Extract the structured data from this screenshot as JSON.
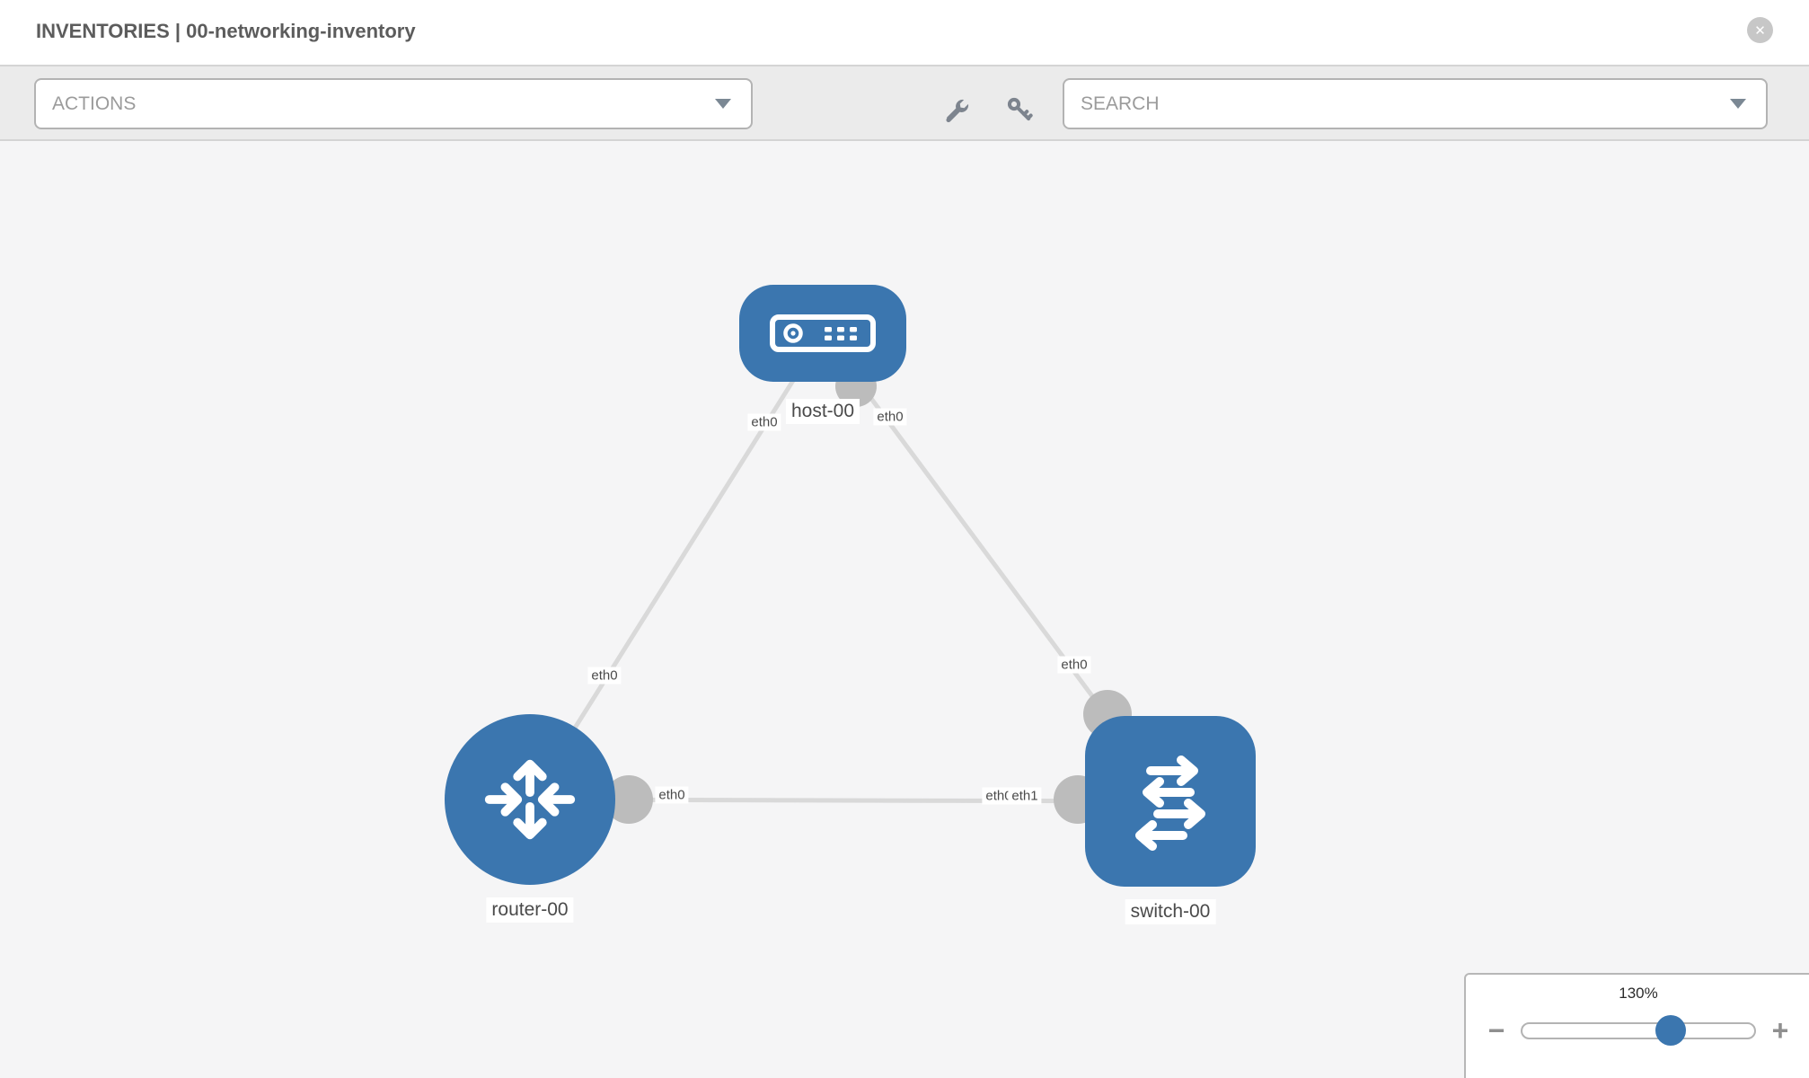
{
  "colors": {
    "node_blue": "#3b76af",
    "link_gray": "#d9d9d9",
    "interface_gray": "#bcbcbc",
    "toolbar_bg": "#ebebeb",
    "canvas_bg": "#f5f5f6",
    "icon_gray": "#7d848e",
    "label_text": "#4a4a4a"
  },
  "header": {
    "title": "INVENTORIES | 00-networking-inventory",
    "close_glyph": "✕"
  },
  "toolbar": {
    "actions_placeholder": "ACTIONS",
    "search_placeholder": "SEARCH",
    "icons": [
      "wrench-icon",
      "key-icon"
    ]
  },
  "diagram": {
    "nodes": [
      {
        "label": "host-00",
        "type": "host"
      },
      {
        "label": "router-00",
        "type": "router"
      },
      {
        "label": "switch-00",
        "type": "switch"
      }
    ],
    "links": [
      {
        "from": "host-00",
        "to": "router-00",
        "labels": [
          "eth0",
          "eth0"
        ]
      },
      {
        "from": "host-00",
        "to": "switch-00",
        "labels": [
          "eth0",
          "eth0"
        ]
      },
      {
        "from": "router-00",
        "to": "switch-00",
        "labels": [
          "eth0",
          "eth0",
          "eth1"
        ]
      }
    ]
  },
  "zoom_control": {
    "value": "130%",
    "minus_label": "−",
    "plus_label": "+"
  }
}
